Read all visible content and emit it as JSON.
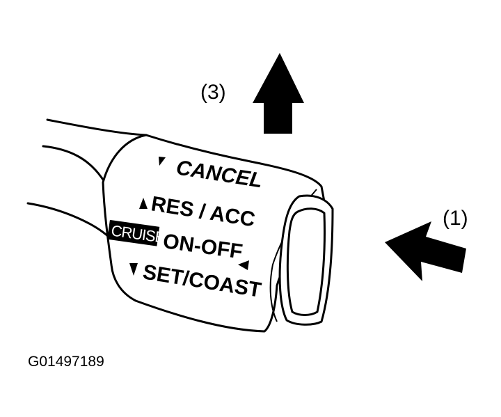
{
  "figure": {
    "callouts": {
      "arrow_up": "(3)",
      "arrow_left": "(1)"
    },
    "labels": {
      "cancel": "CANCEL",
      "res_acc": "RES / ACC",
      "cruise": "CRUISE",
      "on_off": "ON-OFF",
      "set_coast": "SET/COAST"
    },
    "figure_id": "G01497189"
  }
}
